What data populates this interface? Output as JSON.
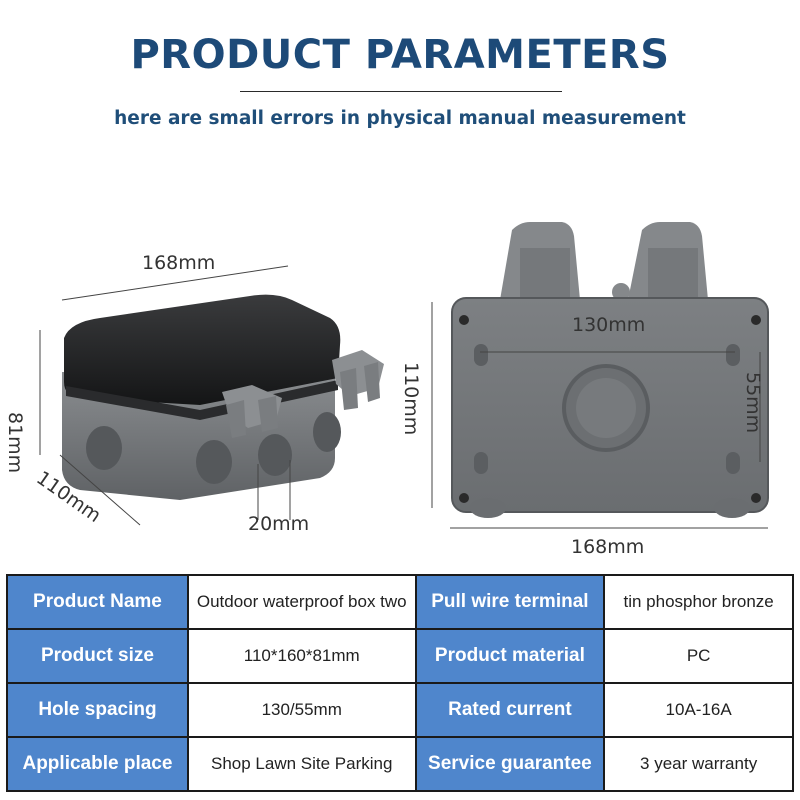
{
  "header": {
    "title": "PRODUCT PARAMETERS",
    "subtitle": "here are small errors in physical manual measurement"
  },
  "dimensions": {
    "side_width": "168mm",
    "side_height": "81mm",
    "side_depth": "110mm",
    "hole_size": "20mm",
    "top_hole_spacing": "130mm",
    "top_height": "110mm",
    "top_hole_spacing_vertical": "55mm",
    "top_width": "168mm"
  },
  "spec_table": {
    "rows": [
      {
        "label1": "Product Name",
        "value1": "Outdoor waterproof box two",
        "label2": "Pull wire terminal",
        "value2": "tin phosphor bronze"
      },
      {
        "label1": "Product size",
        "value1": "110*160*81mm",
        "label2": "Product material",
        "value2": "PC"
      },
      {
        "label1": "Hole spacing",
        "value1": "130/55mm",
        "label2": "Rated current",
        "value2": "10A-16A"
      },
      {
        "label1": "Applicable place",
        "value1": "Shop Lawn Site Parking",
        "label2": "Service guarantee",
        "value2": "3 year warranty"
      }
    ]
  },
  "colors": {
    "title": "#1d4a78",
    "label_cell": "#4f86cc",
    "box_body": "#6f7275",
    "box_lid": "#1e1f21"
  }
}
